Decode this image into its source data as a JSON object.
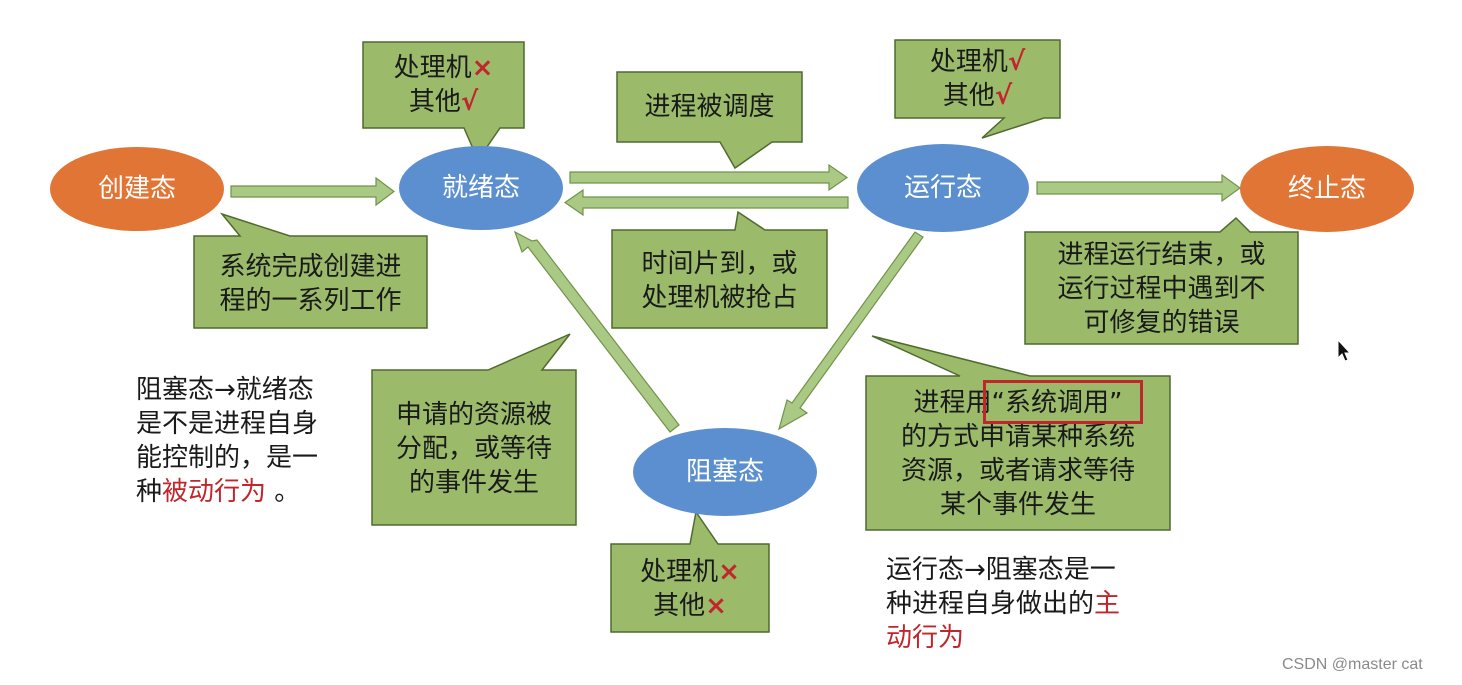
{
  "states": {
    "create": "创建态",
    "ready": "就绪态",
    "running": "运行态",
    "terminate": "终止态",
    "blocked": "阻塞态"
  },
  "callouts": {
    "ready_resources": {
      "line1_text": "处理机",
      "line1_mark": "×",
      "line2_text": "其他",
      "line2_mark": "√"
    },
    "running_resources": {
      "line1_text": "处理机",
      "line1_mark": "√",
      "line2_text": "其他",
      "line2_mark": "√"
    },
    "blocked_resources": {
      "line1_text": "处理机",
      "line1_mark": "×",
      "line2_text": "其他",
      "line2_mark": "×"
    },
    "scheduled": "进程被调度",
    "create_done": [
      "系统完成创建进",
      "程的一系列工作"
    ],
    "timeslice": [
      "时间片到，或",
      "处理机被抢占"
    ],
    "terminate_reason": [
      "进程运行结束，或",
      "运行过程中遇到不",
      "可修复的错误"
    ],
    "resource_allocated": [
      "申请的资源被",
      "分配，或等待",
      "的事件发生"
    ],
    "syscall": {
      "prefix": "进程用",
      "highlight": "“系统调用”",
      "rest": [
        "的方式申请某种系统",
        "资源，或者请求等待",
        "某个事件发生"
      ]
    }
  },
  "notes": {
    "blocked_to_ready": {
      "lines": [
        "阻塞态→就绪态",
        "是不是进程自身",
        "能控制的，是一"
      ],
      "last_prefix": "种",
      "last_red": "被动行为",
      "last_suffix": " 。"
    },
    "running_to_blocked": {
      "line1": "运行态→阻塞态是一",
      "line2_prefix": "种进程自身做出的",
      "line2_red": "主",
      "line3_red": "动行为"
    }
  },
  "watermark": "CSDN @master cat",
  "colors": {
    "state_orange": "#e07535",
    "state_blue": "#5b8fcf",
    "callout_fill": "#9bbb6b",
    "callout_stroke": "#4f6b2f",
    "arrow_fill": "#a9c985",
    "arrow_stroke": "#6f9448",
    "accent_red": "#c0262b"
  }
}
